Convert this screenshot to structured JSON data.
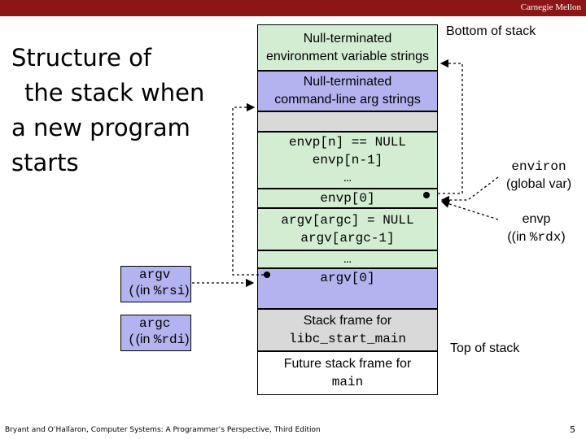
{
  "header": {
    "brand": "Carnegie Mellon"
  },
  "title": [
    "Structure of",
    "the stack when",
    "a new program",
    "starts"
  ],
  "stack": {
    "env_strings": [
      "Null-terminated",
      "environment variable strings"
    ],
    "arg_strings": [
      "Null-terminated",
      "command-line arg strings"
    ],
    "envp_n": "envp[n] == NULL",
    "envp_n1": "envp[n-1]",
    "dots1": "…",
    "envp_0": "envp[0]",
    "argv_argc": "argv[argc] = NULL",
    "argv_argc1": "argv[argc-1]",
    "dots2": "…",
    "argv_0": "argv[0]",
    "frame_libc": [
      "Stack frame for",
      "libc_start_main"
    ],
    "frame_main": [
      "Future stack frame for",
      "main"
    ]
  },
  "labels": {
    "bottom": "Bottom of stack",
    "top": "Top of stack",
    "environ": [
      "environ",
      "(global var)"
    ],
    "envp": [
      "envp",
      "(in ",
      "%rdx",
      ")"
    ]
  },
  "registers": {
    "argv": [
      "argv",
      "(in ",
      "%rsi",
      ")"
    ],
    "argc": [
      "argc",
      "(in ",
      "%rdi",
      ")"
    ]
  },
  "footer": "Bryant and O’Hallaron, Computer Systems: A Programmer’s Perspective, Third Edition",
  "page_number": "5"
}
